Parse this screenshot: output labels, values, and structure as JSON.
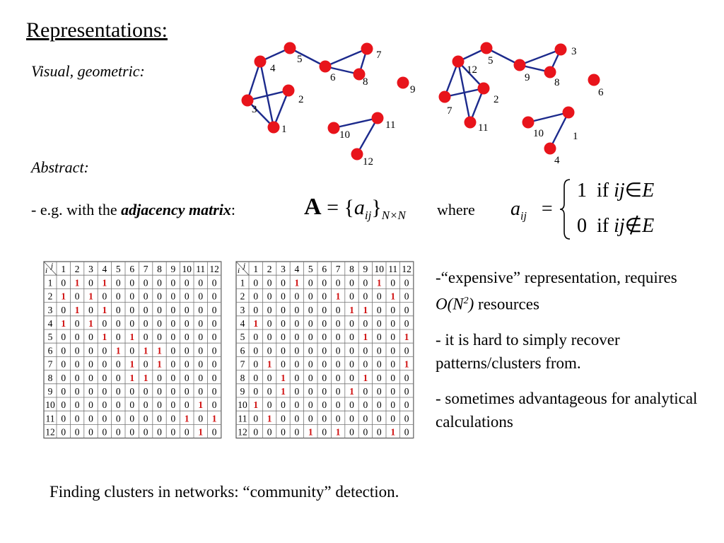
{
  "title": "Representations:",
  "visual_label": "Visual, geometric:",
  "abstract_label": "Abstract:",
  "eg_prefix": "- e.g. with the ",
  "eg_bold": "adjacency matrix",
  "eg_suffix": ":",
  "formula": {
    "A": "A",
    "eq": "=",
    "lbrace": "{",
    "a": "a",
    "ij": "ij",
    "rbrace": "}",
    "sub": "N×N"
  },
  "where": "where",
  "cases": {
    "lhs_a": "a",
    "lhs_ij": "ij",
    "eq": "=",
    "one": "1",
    "zero": "0",
    "if": "if",
    "ij": "ij",
    "in": "∈",
    "notin": "∉",
    "E": "E"
  },
  "notes": [
    {
      "pre": "-“expensive” representation, requires ",
      "em": "O(N",
      "sup": "2",
      "em2": ")",
      "post": " resources"
    },
    {
      "pre": "- it is hard to simply recover patterns/clusters from.",
      "em": "",
      "sup": "",
      "em2": "",
      "post": ""
    },
    {
      "pre": "- sometimes advantageous for analytical calculations",
      "em": "",
      "sup": "",
      "em2": "",
      "post": ""
    }
  ],
  "bottom": "Finding clusters in networks: “community” detection.",
  "colors": {
    "node": "#e8141b",
    "edge": "#1c2a8c",
    "one": "#d01010"
  },
  "graph1": {
    "nodes": [
      {
        "label": "4"
      },
      {
        "label": "5"
      },
      {
        "label": "6"
      },
      {
        "label": "7"
      },
      {
        "label": "8"
      },
      {
        "label": "9"
      },
      {
        "label": "2"
      },
      {
        "label": "3"
      },
      {
        "label": "1"
      },
      {
        "label": "11"
      },
      {
        "label": "10"
      },
      {
        "label": "12"
      }
    ]
  },
  "graph2": {
    "nodes": [
      {
        "label": "12"
      },
      {
        "label": "5"
      },
      {
        "label": "9"
      },
      {
        "label": "3"
      },
      {
        "label": "8"
      },
      {
        "label": "6"
      },
      {
        "label": "2"
      },
      {
        "label": "7"
      },
      {
        "label": "11"
      },
      {
        "label": "10"
      },
      {
        "label": "1"
      },
      {
        "label": "4"
      }
    ]
  },
  "matrix1": {
    "corner_i": "i",
    "corner_j": "j",
    "headers": [
      "1",
      "2",
      "3",
      "4",
      "5",
      "6",
      "7",
      "8",
      "9",
      "10",
      "11",
      "12"
    ],
    "rows": [
      [
        0,
        1,
        0,
        1,
        0,
        0,
        0,
        0,
        0,
        0,
        0,
        0
      ],
      [
        1,
        0,
        1,
        0,
        0,
        0,
        0,
        0,
        0,
        0,
        0,
        0
      ],
      [
        0,
        1,
        0,
        1,
        0,
        0,
        0,
        0,
        0,
        0,
        0,
        0
      ],
      [
        1,
        0,
        1,
        0,
        0,
        0,
        0,
        0,
        0,
        0,
        0,
        0
      ],
      [
        0,
        0,
        0,
        1,
        0,
        1,
        0,
        0,
        0,
        0,
        0,
        0
      ],
      [
        0,
        0,
        0,
        0,
        1,
        0,
        1,
        1,
        0,
        0,
        0,
        0
      ],
      [
        0,
        0,
        0,
        0,
        0,
        1,
        0,
        1,
        0,
        0,
        0,
        0
      ],
      [
        0,
        0,
        0,
        0,
        0,
        1,
        1,
        0,
        0,
        0,
        0,
        0
      ],
      [
        0,
        0,
        0,
        0,
        0,
        0,
        0,
        0,
        0,
        0,
        0,
        0
      ],
      [
        0,
        0,
        0,
        0,
        0,
        0,
        0,
        0,
        0,
        0,
        1,
        0
      ],
      [
        0,
        0,
        0,
        0,
        0,
        0,
        0,
        0,
        0,
        1,
        0,
        1
      ],
      [
        0,
        0,
        0,
        0,
        0,
        0,
        0,
        0,
        0,
        0,
        1,
        0
      ]
    ]
  },
  "matrix2": {
    "corner_i": "i",
    "corner_j": "j",
    "headers": [
      "1",
      "2",
      "3",
      "4",
      "5",
      "6",
      "7",
      "8",
      "9",
      "10",
      "11",
      "12"
    ],
    "rows": [
      [
        0,
        0,
        0,
        1,
        0,
        0,
        0,
        0,
        0,
        1,
        0,
        0
      ],
      [
        0,
        0,
        0,
        0,
        0,
        0,
        1,
        0,
        0,
        0,
        1,
        0
      ],
      [
        0,
        0,
        0,
        0,
        0,
        0,
        0,
        1,
        1,
        0,
        0,
        0
      ],
      [
        1,
        0,
        0,
        0,
        0,
        0,
        0,
        0,
        0,
        0,
        0,
        0
      ],
      [
        0,
        0,
        0,
        0,
        0,
        0,
        0,
        0,
        1,
        0,
        0,
        1
      ],
      [
        0,
        0,
        0,
        0,
        0,
        0,
        0,
        0,
        0,
        0,
        0,
        0
      ],
      [
        0,
        1,
        0,
        0,
        0,
        0,
        0,
        0,
        0,
        0,
        0,
        1
      ],
      [
        0,
        0,
        1,
        0,
        0,
        0,
        0,
        0,
        1,
        0,
        0,
        0
      ],
      [
        0,
        0,
        1,
        0,
        0,
        0,
        0,
        1,
        0,
        0,
        0,
        0
      ],
      [
        1,
        0,
        0,
        0,
        0,
        0,
        0,
        0,
        0,
        0,
        0,
        0
      ],
      [
        0,
        1,
        0,
        0,
        0,
        0,
        0,
        0,
        0,
        0,
        0,
        0
      ],
      [
        0,
        0,
        0,
        0,
        1,
        0,
        1,
        0,
        0,
        0,
        1,
        0
      ]
    ]
  }
}
